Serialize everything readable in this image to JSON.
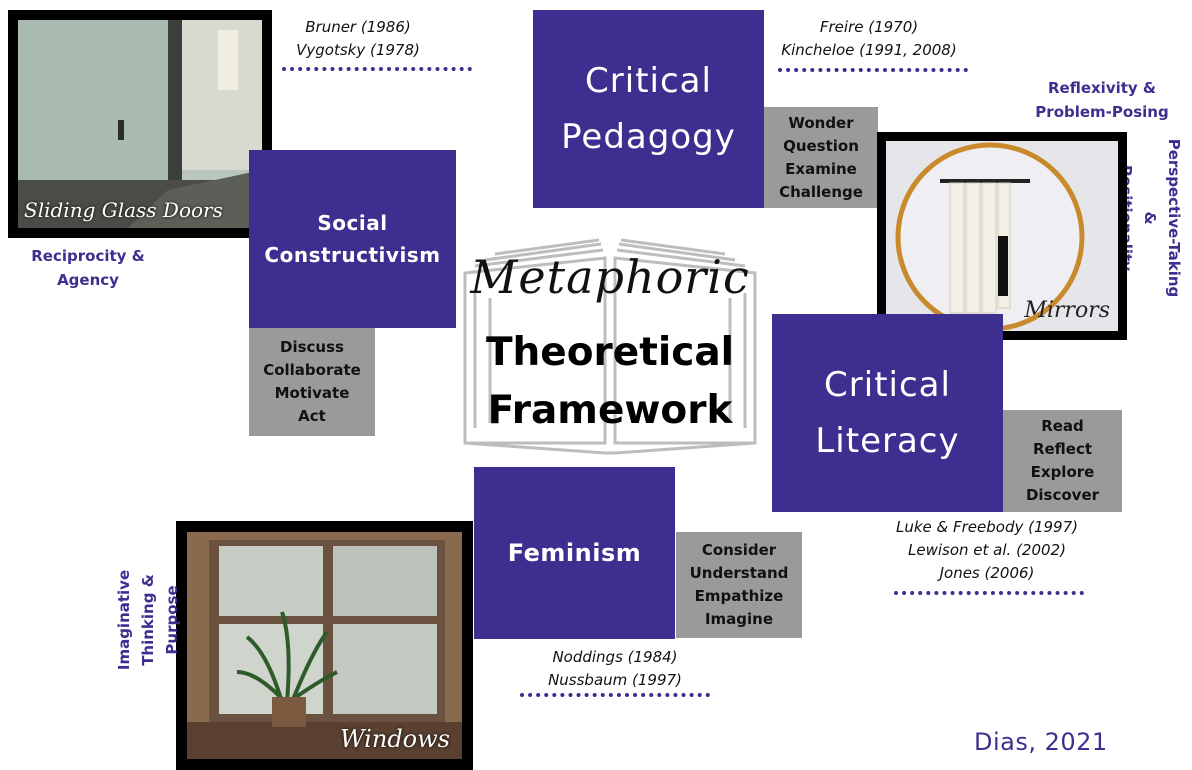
{
  "center": {
    "line1": "Metaphoric",
    "line2": "Theoretical",
    "line3": "Framework"
  },
  "images": {
    "sliding": "Sliding Glass Doors",
    "mirrors": "Mirrors",
    "windows": "Windows"
  },
  "nodes": {
    "critical_pedagogy": {
      "title": "Critical\nPedagogy",
      "verbs": "Wonder\nQuestion\nExamine\nChallenge",
      "citations": "Freire (1970)\nKincheloe (1991, 2008)"
    },
    "social_constructivism": {
      "title": "Social\nConstructivism",
      "verbs": "Discuss\nCollaborate\nMotivate\nAct",
      "citations": "Bruner (1986)\nVygotsky (1978)"
    },
    "critical_literacy": {
      "title": "Critical\nLiteracy",
      "verbs": "Read\nReflect\nExplore\nDiscover",
      "citations": "Luke & Freebody (1997)\nLewison et al. (2002)\nJones (2006)"
    },
    "feminism": {
      "title": "Feminism",
      "verbs": "Consider\nUnderstand\nEmpathize\nImagine",
      "citations": "Noddings (1984)\nNussbaum (1997)"
    }
  },
  "themes": {
    "reciprocity": "Reciprocity &\nAgency",
    "reflexivity": "Reflexivity &\nProblem-Posing",
    "perspective": "Perspective-Taking &\nPositionality",
    "imaginative": "Imaginative\nThinking & Purpose"
  },
  "author": "Dias, 2021",
  "colors": {
    "accent": "#3d2f8f",
    "gray": "#9a9a9a"
  }
}
